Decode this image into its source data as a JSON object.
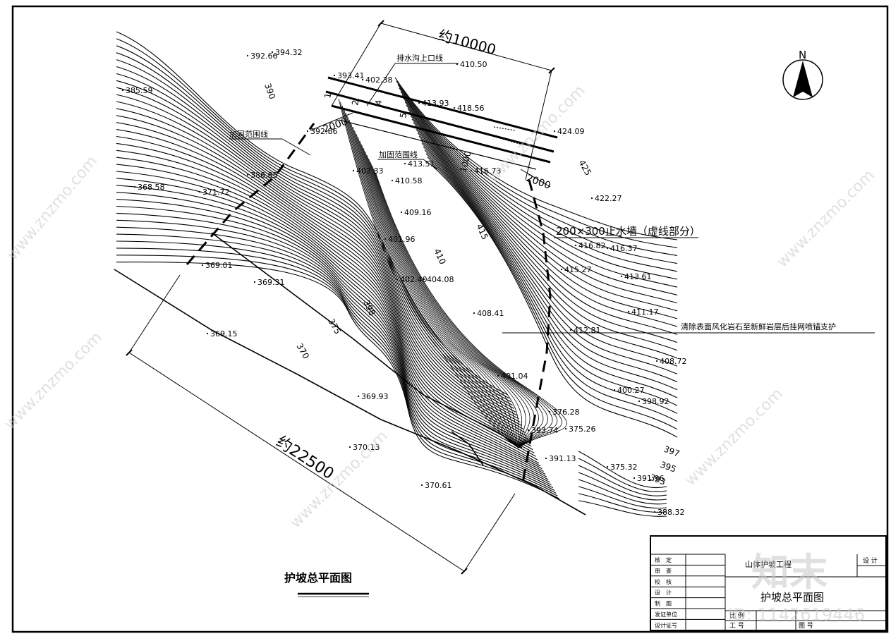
{
  "drawing": {
    "title": "护坡总平面图",
    "north_label": "N",
    "dimensions": {
      "top": "约10000",
      "bottom": "约22500",
      "offset_a": "2000",
      "offset_b": "2000",
      "offset_c": "1000"
    },
    "callouts": {
      "drain_line": "排水沟上口线",
      "reinforce_1": "加固范围线",
      "reinforce_2": "加固范围线",
      "cutoff_wall": "200×300止水墙（虚线部分）",
      "support_note": "清除表面风化岩石至新鲜岩层后挂网喷锚支护"
    },
    "elevations": [
      "392.66",
      "394.32",
      "385.59",
      "393.41",
      "402.38",
      "410.50",
      "413.93",
      "418.56",
      "424.09",
      "392.86",
      "386.85",
      "402.33",
      "413.51",
      "416.73",
      "368.58",
      "371.72",
      "410.58",
      "422.27",
      "409.16",
      "416.82",
      "416.37",
      "401.96",
      "415.27",
      "413.61",
      "402.40",
      "404.08",
      "369.01",
      "369.31",
      "408.41",
      "411.17",
      "412.81",
      "369.15",
      "408.72",
      "401.04",
      "400.27",
      "398.92",
      "369.93",
      "376.28",
      "393.74",
      "375.26",
      "370.13",
      "391.13",
      "375.32",
      "391.96",
      "370.61",
      "388.32"
    ],
    "contour_labels": [
      "390",
      "415",
      "410",
      "398",
      "375",
      "370",
      "425",
      "397",
      "395",
      "393",
      "2",
      "5",
      "4",
      "1"
    ]
  },
  "title_block": {
    "project": "山体护坡工程",
    "sheet_name": "护坡总平面图",
    "rows": [
      "核　定",
      "审　查",
      "校　核",
      "设　计",
      "制　图",
      "发证单位",
      "设计证号"
    ],
    "right_label": "设 计",
    "bottom_cells": [
      "比 例",
      "工 号",
      "图 号"
    ]
  },
  "watermark": {
    "text": "www.znzmo.com",
    "brand": "知末",
    "id": "ID: 1142619446"
  }
}
